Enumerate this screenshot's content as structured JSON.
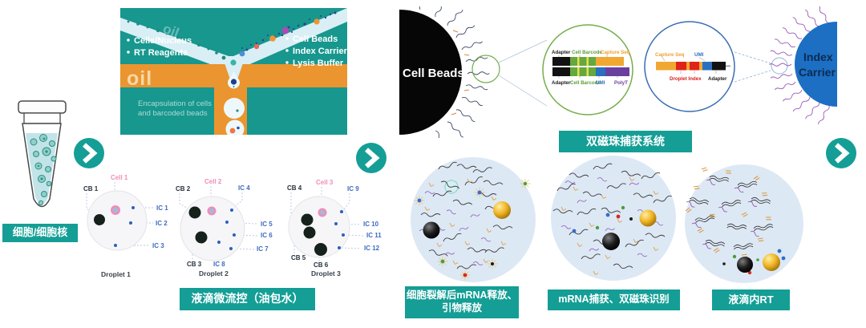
{
  "tube": {
    "label": "细胞/细胞核"
  },
  "chip": {
    "left_bullets": [
      "Cells/Nucleus",
      "RT Reagents"
    ],
    "right_bullets": [
      "Cell Beads",
      "Index Carrier",
      "Lysis Buffer"
    ],
    "oil_label": "oil",
    "oil_watermark": "oil",
    "caption_line1": "Encapsulation of cells",
    "caption_line2": "and barcoded beads"
  },
  "droplet_panel": {
    "caption": "液滴微流控（油包水）",
    "droplets": [
      {
        "title": "Droplet 1",
        "cell_label": "Cell 1",
        "cb_labels": [
          "CB 1"
        ],
        "ic_labels": [
          "IC 1",
          "IC 2",
          "IC 3"
        ]
      },
      {
        "title": "Droplet 2",
        "cell_label": "Cell 2",
        "cb_labels": [
          "CB 2",
          "CB 3"
        ],
        "ic_labels": [
          "IC 4",
          "IC 5",
          "IC 6",
          "IC 7",
          "IC 8"
        ]
      },
      {
        "title": "Droplet 3",
        "cell_label": "Cell 3",
        "cb_labels": [
          "CB 4",
          "CB 5",
          "CB 6"
        ],
        "ic_labels": [
          "IC 9",
          "IC 10",
          "IC 11",
          "IC 12"
        ]
      }
    ]
  },
  "capture_system": {
    "caption": "双磁珠捕获系统",
    "cell_beads_label": "Cell Beads",
    "index_carrier_line1": "Index",
    "index_carrier_line2": "Carrier",
    "bead_oligo": {
      "adapter_top": "Adapter",
      "cell_barcode_top": "Cell Barcode",
      "capture_seq": "Capture Seq",
      "adapter_bottom": "Adapter",
      "cell_barcode_bottom": "Cell Barcode",
      "umi": "UMI",
      "polyt": "PolyT"
    },
    "carrier_oligo": {
      "capture_seq": "Capture Seq",
      "umi": "UMI",
      "droplet_index": "Droplet Index",
      "adapter": "Adapter"
    }
  },
  "steps": [
    {
      "caption_line1": "细胞裂解后mRNA释放、",
      "caption_line2": "引物释放"
    },
    {
      "caption": "mRNA捕获、双磁珠识别"
    },
    {
      "caption": "液滴内RT"
    }
  ],
  "colors": {
    "accent_teal": "#149e96",
    "chip_teal": "#17978e",
    "oil_orange": "#ea9530",
    "carrier_blue": "#1c6fc3",
    "ic_blue": "#3e6bbf",
    "cell_pink": "#f28cb5",
    "green_circle": "#74ae4a"
  }
}
